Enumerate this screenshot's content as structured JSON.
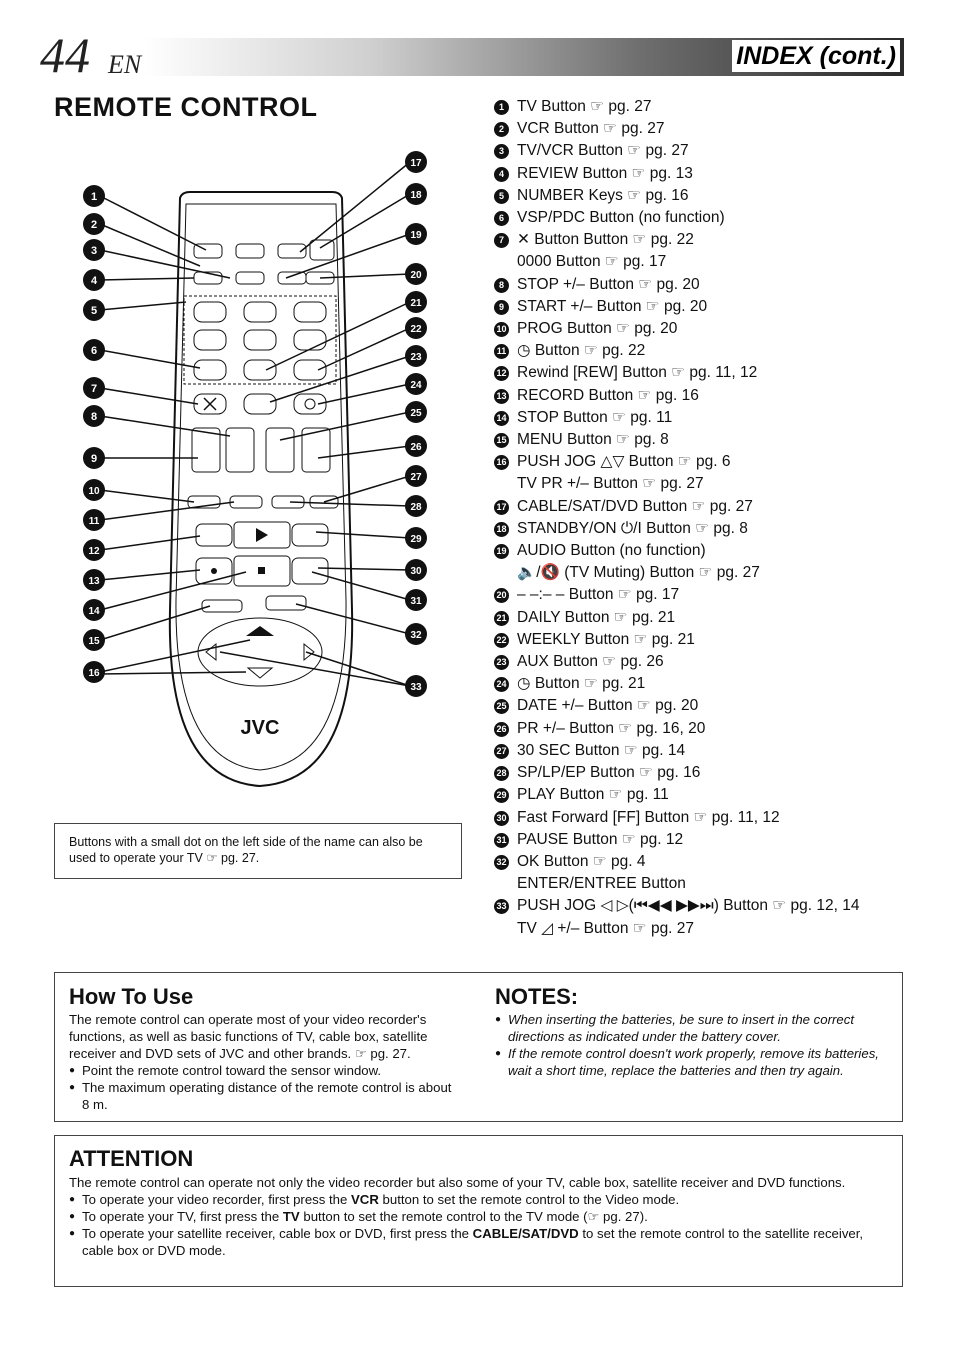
{
  "header": {
    "page_number": "44",
    "lang": "EN",
    "title": "INDEX (cont.)"
  },
  "section_title": "REMOTE CONTROL",
  "remote": {
    "brand": "JVC"
  },
  "note_box": "Buttons with a small dot on the left side of the name can also be used to operate your TV ☞ pg. 27.",
  "index_items": [
    {
      "num": "1",
      "text": "TV Button ☞ pg. 27"
    },
    {
      "num": "2",
      "text": "VCR Button ☞ pg. 27"
    },
    {
      "num": "3",
      "text": "TV/VCR Button ☞ pg. 27"
    },
    {
      "num": "4",
      "text": "REVIEW Button ☞ pg. 13"
    },
    {
      "num": "5",
      "text": "NUMBER Keys ☞ pg. 16"
    },
    {
      "num": "6",
      "text": "VSP/PDC Button (no function)"
    },
    {
      "num": "7",
      "text": "✕ Button Button ☞ pg. 22"
    },
    {
      "num": "",
      "text": "0000 Button ☞ pg. 17"
    },
    {
      "num": "8",
      "text": "STOP +/– Button ☞ pg. 20"
    },
    {
      "num": "9",
      "text": "START +/– Button ☞ pg. 20"
    },
    {
      "num": "10",
      "text": "PROG Button ☞ pg. 20"
    },
    {
      "num": "11",
      "text": "◷    Button ☞ pg. 22"
    },
    {
      "num": "12",
      "text": "Rewind [REW] Button ☞ pg. 11, 12"
    },
    {
      "num": "13",
      "text": "RECORD Button ☞ pg. 16"
    },
    {
      "num": "14",
      "text": "STOP Button ☞ pg. 11"
    },
    {
      "num": "15",
      "text": "MENU Button ☞ pg. 8"
    },
    {
      "num": "16",
      "text": "PUSH JOG △▽ Button ☞ pg. 6"
    },
    {
      "num": "",
      "text": "TV PR +/– Button ☞ pg. 27"
    },
    {
      "num": "17",
      "text": "CABLE/SAT/DVD Button ☞ pg. 27"
    },
    {
      "num": "18",
      "text": "STANDBY/ON ⏻/I Button ☞ pg. 8"
    },
    {
      "num": "19",
      "text": "AUDIO Button (no function)"
    },
    {
      "num": "",
      "text": "🔈/🔇 (TV Muting) Button ☞ pg. 27"
    },
    {
      "num": "20",
      "text": "– –:– – Button ☞ pg. 17"
    },
    {
      "num": "21",
      "text": "DAILY Button ☞ pg. 21"
    },
    {
      "num": "22",
      "text": "WEEKLY Button ☞ pg. 21"
    },
    {
      "num": "23",
      "text": "AUX Button ☞ pg. 26"
    },
    {
      "num": "24",
      "text": "◷  Button ☞ pg. 21"
    },
    {
      "num": "25",
      "text": "DATE +/– Button ☞ pg. 20"
    },
    {
      "num": "26",
      "text": "PR +/– Button ☞ pg. 16, 20"
    },
    {
      "num": "27",
      "text": "30 SEC Button ☞ pg. 14"
    },
    {
      "num": "28",
      "text": "SP/LP/EP Button ☞ pg. 16"
    },
    {
      "num": "29",
      "text": "PLAY Button ☞ pg. 11"
    },
    {
      "num": "30",
      "text": "Fast Forward [FF] Button ☞ pg. 11, 12"
    },
    {
      "num": "31",
      "text": "PAUSE Button ☞ pg. 12"
    },
    {
      "num": "32",
      "text": "OK Button ☞ pg. 4"
    },
    {
      "num": "",
      "text": "ENTER/ENTREE Button"
    },
    {
      "num": "33",
      "text": "PUSH JOG ◁ ▷(⏮◀◀ ▶▶⏭) Button ☞ pg. 12, 14"
    },
    {
      "num": "",
      "text": "TV ◿ +/– Button ☞ pg. 27"
    }
  ],
  "how_to_use": {
    "title": "How To Use",
    "text": "The remote control can operate most of your video recorder's functions, as well as basic functions of TV, cable box, satellite receiver and DVD sets of JVC and other brands. ☞ pg. 27.",
    "bullets": [
      "Point the remote control toward the sensor window.",
      "The maximum operating distance of the remote control is about 8 m."
    ]
  },
  "notes": {
    "title": "NOTES:",
    "bullets": [
      "When inserting the batteries, be sure to insert in the correct directions as indicated under the battery cover.",
      "If the remote control doesn't work properly, remove its batteries, wait a short time, replace the batteries and then try again."
    ]
  },
  "attention": {
    "title": "ATTENTION",
    "text": "The remote control can operate not only the video recorder but also some of your TV, cable box, satellite receiver and DVD functions.",
    "b1_pre": "To operate your video recorder, first press the ",
    "b1_key": "VCR",
    "b1_post": " button to set the remote control to the Video mode.",
    "b2_pre": "To operate your TV, first press the ",
    "b2_key": "TV",
    "b2_post": " button to set the remote control to the TV mode (☞ pg. 27).",
    "b3_pre": "To operate your satellite receiver, cable box or DVD, first press the ",
    "b3_key": "CABLE/SAT/DVD",
    "b3_post": " to set the remote control to the satellite receiver, cable box or DVD mode."
  }
}
